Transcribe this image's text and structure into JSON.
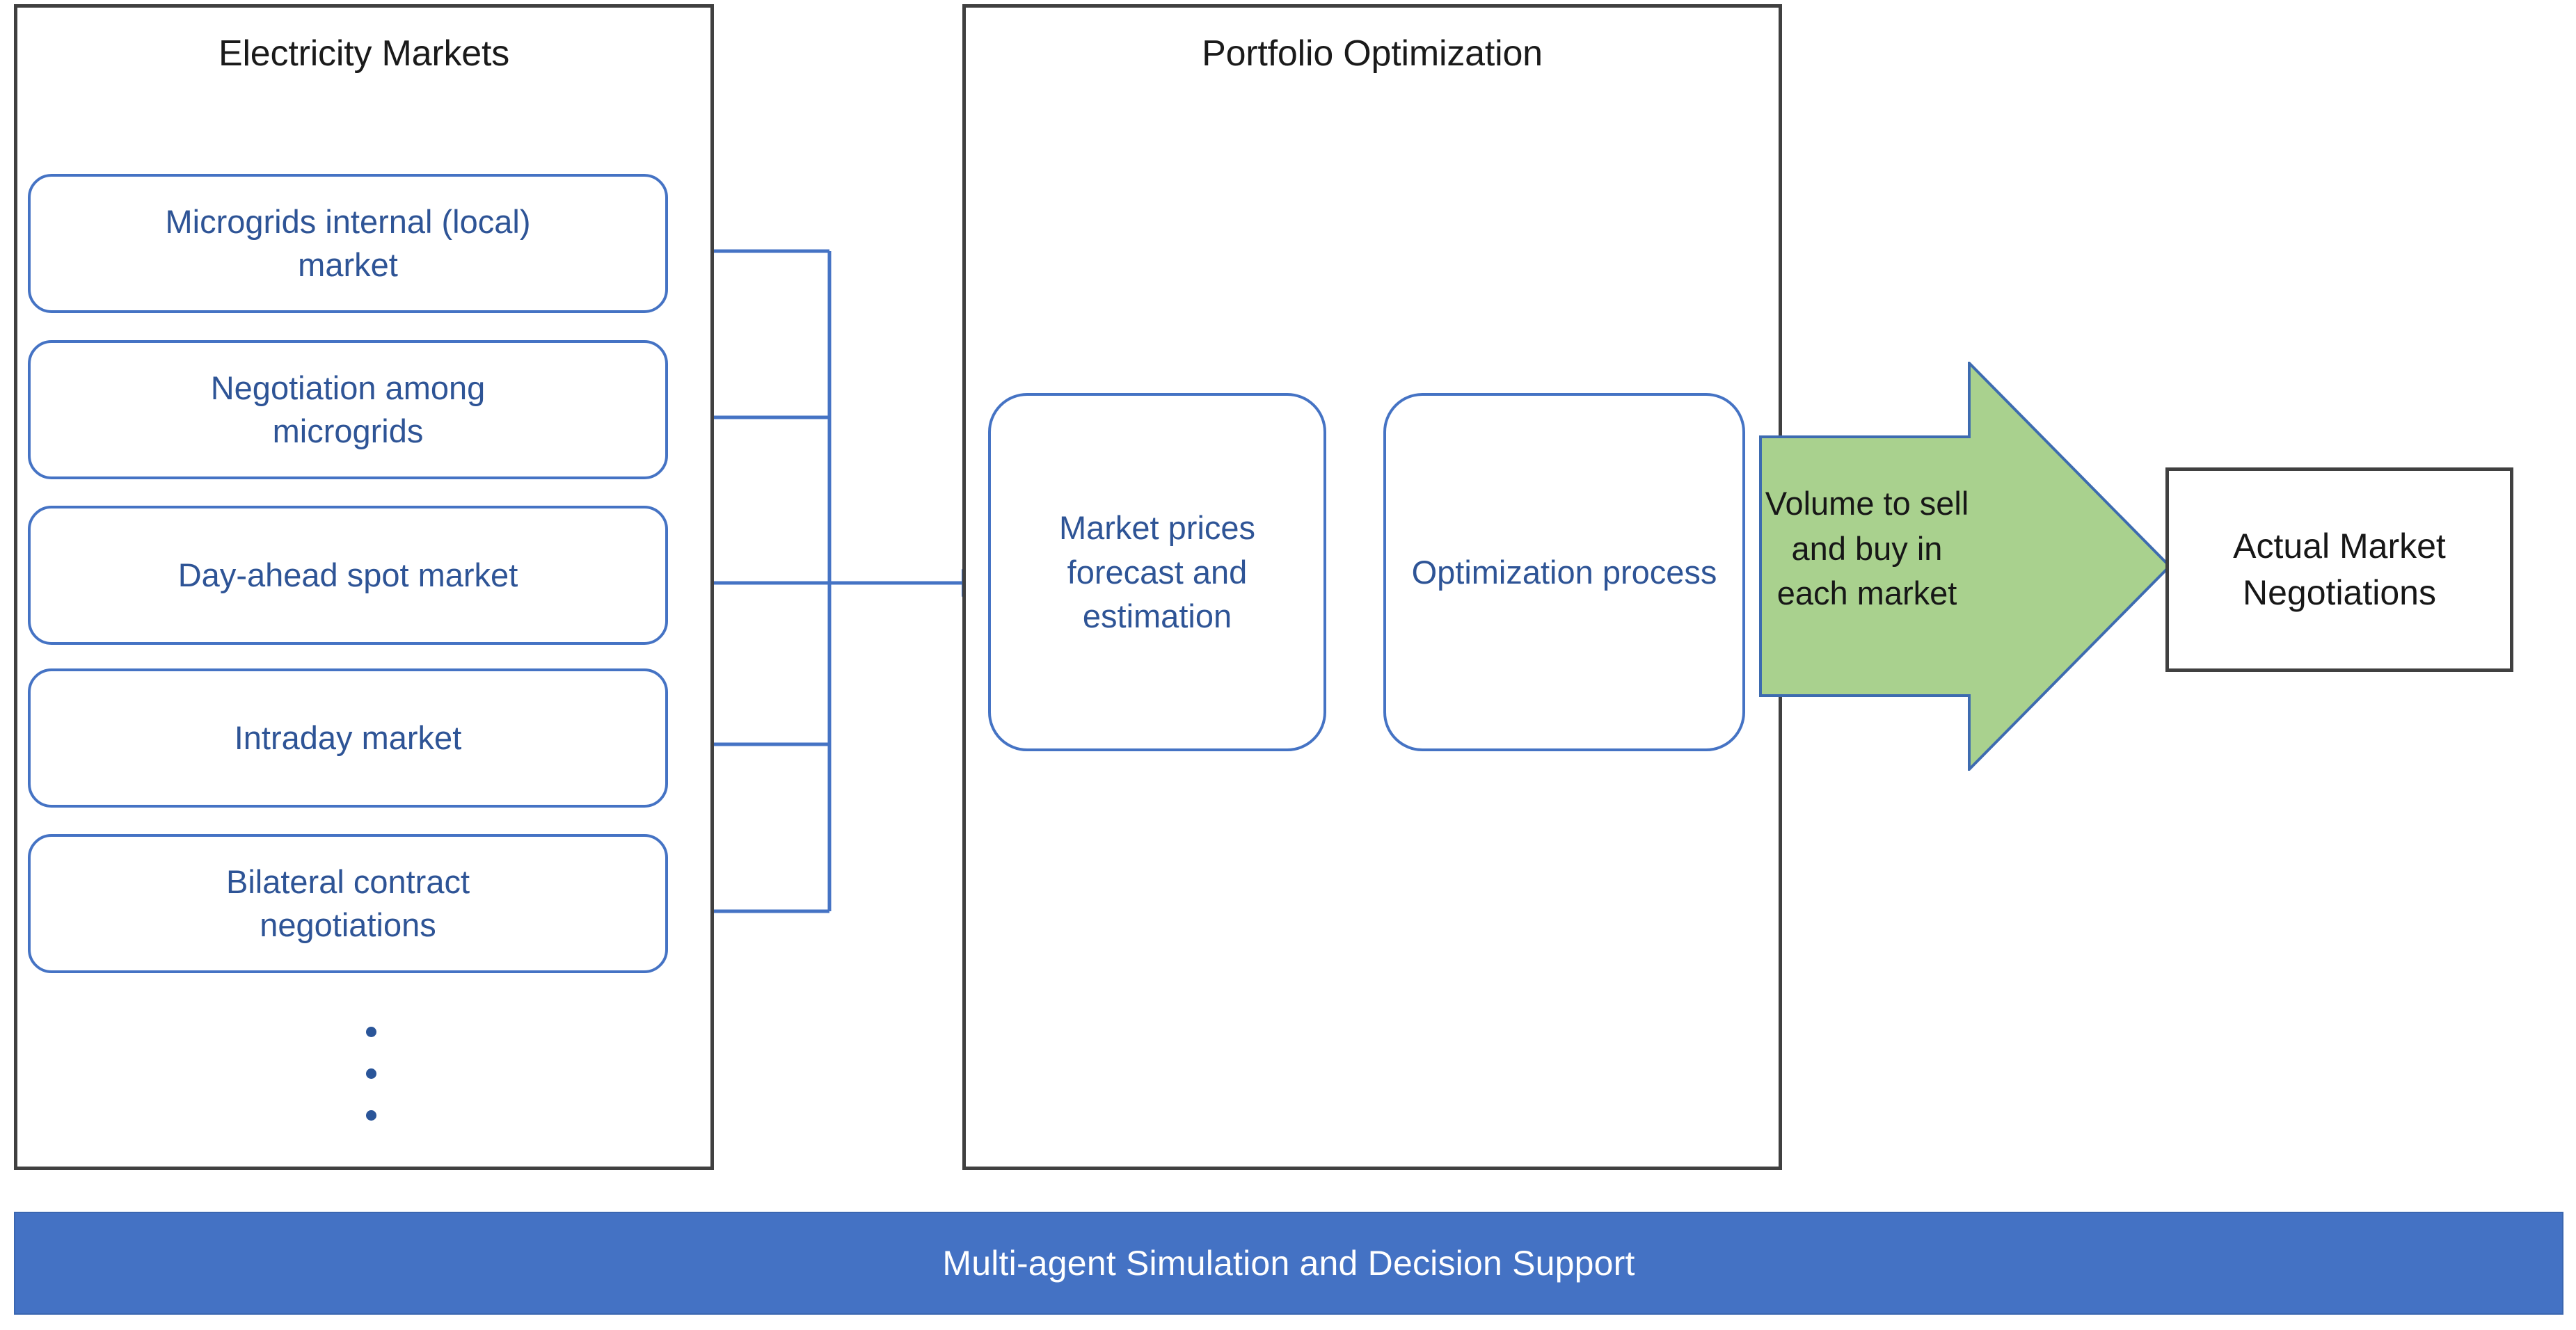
{
  "diagram": {
    "title": "Electricity Markets Portfolio Optimization",
    "colors": {
      "panel_border": "#404040",
      "box_border": "#4573C4",
      "box_text": "#2E5496",
      "connector": "#4573C4",
      "arrow_fill": "#A9D18E",
      "arrow_stroke": "#3D6BB0",
      "banner_fill": "#4472C4",
      "banner_text": "#FFFFFF",
      "dot": "#2A5599"
    }
  },
  "markets_panel": {
    "title": "Electricity Markets",
    "boxes": [
      {
        "id": "microgrids-internal-market",
        "lines": [
          "Microgrids internal (local)",
          "market"
        ]
      },
      {
        "id": "negotiation-among-microgrids",
        "lines": [
          "Negotiation among",
          "microgrids"
        ]
      },
      {
        "id": "day-ahead-spot-market",
        "lines": [
          "Day-ahead spot market"
        ]
      },
      {
        "id": "intraday-market",
        "lines": [
          "Intraday market"
        ]
      },
      {
        "id": "bilateral-contract-negotiations",
        "lines": [
          "Bilateral contract",
          "negotiations"
        ]
      }
    ],
    "ellipsis": "•••"
  },
  "portfolio_panel": {
    "title": "Portfolio Optimization",
    "boxes": [
      {
        "id": "market-prices-forecast",
        "lines": [
          "Market prices",
          "forecast and",
          "estimation"
        ]
      },
      {
        "id": "optimization-process",
        "lines": [
          "Optimization",
          "process"
        ]
      }
    ]
  },
  "output_arrow": {
    "lines": [
      "Volume to sell",
      "and buy in",
      "each market"
    ]
  },
  "actual_market": {
    "lines": [
      "Actual Market",
      "Negotiations"
    ]
  },
  "banner": {
    "label": "Multi-agent Simulation and Decision Support"
  }
}
